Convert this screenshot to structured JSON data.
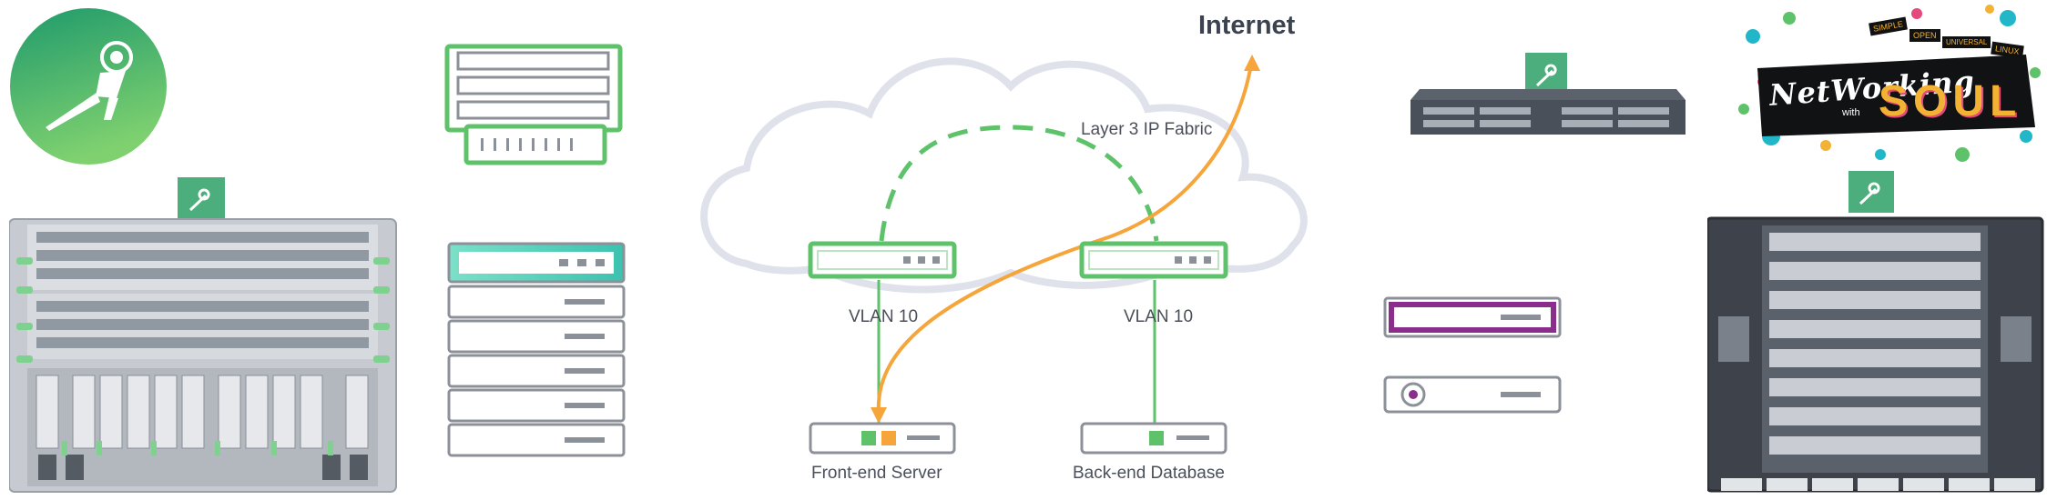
{
  "diagram": {
    "internet_label": "Internet",
    "fabric_label": "Layer 3 IP Fabric",
    "left_switch_vlan": "VLAN 10",
    "right_switch_vlan": "VLAN 10",
    "frontend_label": "Front-end Server",
    "backend_label": "Back-end Database"
  },
  "sticker": {
    "main_text": "NetWorking",
    "small_text": "with",
    "soul_text": "SOUL",
    "tags": [
      "SIMPLE",
      "OPEN",
      "UNIVERSAL",
      "LINUX"
    ]
  },
  "colors": {
    "green": "#5ec26a",
    "orange": "#f5a53a",
    "purple": "#8a2d8c",
    "gray_outline": "#8c9099",
    "cloud": "#dfe2ea"
  },
  "icons": [
    "astronaut-logo",
    "rack-stack",
    "server-stack",
    "cloud",
    "top-of-rack-switch",
    "chassis-switch",
    "networking-with-soul-sticker"
  ]
}
